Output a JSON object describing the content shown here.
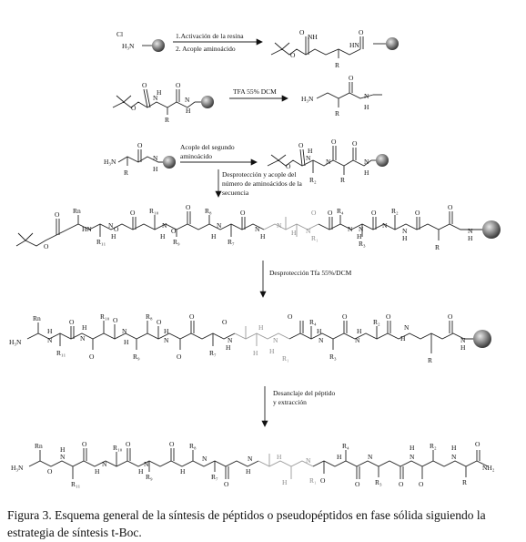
{
  "atoms": {
    "cl": "Cl",
    "h3n": "H₃N",
    "h2n": "H₂N",
    "h": "H",
    "n": "N",
    "o": "O",
    "r": "R",
    "r1": "R₁",
    "r2": "R₂",
    "r3": "R₃",
    "r4": "R₄",
    "r5": "R₅",
    "r7": "R₇",
    "r8": "R₈",
    "r9": "R₉",
    "r10": "R₁₀",
    "r11": "R₁₁",
    "rn": "Rn",
    "nh": "NH",
    "hn": "HN",
    "nh2": "NH₂"
  },
  "steps": {
    "step1_line1": "1.Activación de la resina",
    "step1_line2": "2. Acople aminoácido",
    "step2": "TFA 55% DCM",
    "step3_line1": "Acople del segundo",
    "step3_line2": "aminoácido",
    "step4_line1": "Desprotección y acople del",
    "step4_line2": "número de aminoácidos de la",
    "step4_line3": "secuencia",
    "step5": "Desprotección Tfa 55%/DCM",
    "step6_line1": "Desanclaje del péptido",
    "step6_line2": "y extracción"
  },
  "caption": "Figura 3. Esquema general de la síntesis de péptidos o pseudopéptidos en fase sólida siguiendo la estrategia de síntesis t-Boc."
}
